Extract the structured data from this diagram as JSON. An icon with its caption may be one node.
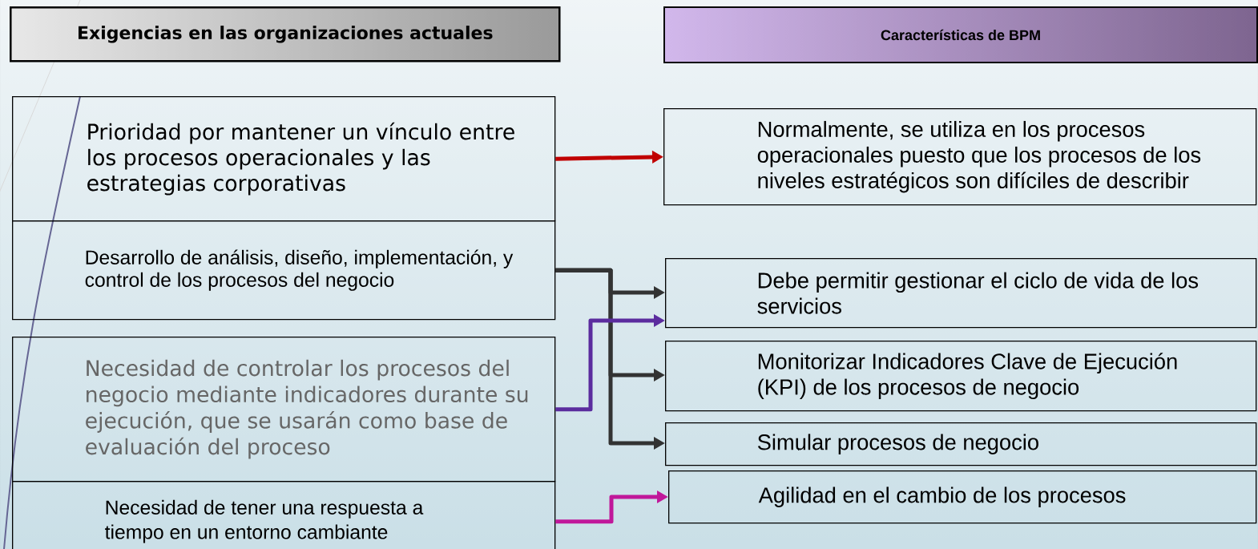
{
  "diagram": {
    "nodes": [
      {
        "text": [
          "Exigencias en las organizaciones actuales"
        ]
      },
      {
        "text": [
          "Características de BPM"
        ]
      },
      {
        "text": [
          "Prioridad por mantener un vínculo entre los procesos operacionales y las estrategias corporativas"
        ]
      },
      {
        "text": [
          "Desarrollo de análisis, diseño, implementación, y control de los procesos del negocio"
        ]
      },
      {
        "text": [
          "Necesidad de controlar los procesos del negocio mediante indicadores durante su ejecución, que se usarán como base de evaluación del proceso"
        ]
      },
      {
        "text": [
          "Necesidad de tener una respuesta a tiempo en un entorno cambiante"
        ]
      },
      {
        "text": [
          "Normalmente, se utiliza en los procesos operacionales puesto que los procesos de los niveles estratégicos son difíciles de describir"
        ]
      },
      {
        "text": [
          "Debe permitir gestionar el ciclo de vida de los servicios"
        ]
      },
      {
        "text": [
          "Monitorizar Indicadores Clave de Ejecución (KPI) de los procesos de negocio"
        ]
      },
      {
        "text": [
          "Simular procesos de negocio"
        ]
      },
      {
        "text": [
          "Agilidad en el cambio de los procesos"
        ]
      }
    ],
    "edges": [
      {
        "from": 2,
        "to": 6,
        "arrow": "to",
        "color": "#c00000"
      },
      {
        "from": 3,
        "to": 7,
        "arrow": "to"
      },
      {
        "from": 3,
        "to": 8,
        "arrow": "to"
      },
      {
        "from": 3,
        "to": 9,
        "arrow": "to"
      },
      {
        "from": 4,
        "to": 7,
        "arrow": "to",
        "color": "#5b2c9e"
      },
      {
        "from": 5,
        "to": 10,
        "arrow": "to",
        "color": "#c0189a"
      }
    ]
  }
}
